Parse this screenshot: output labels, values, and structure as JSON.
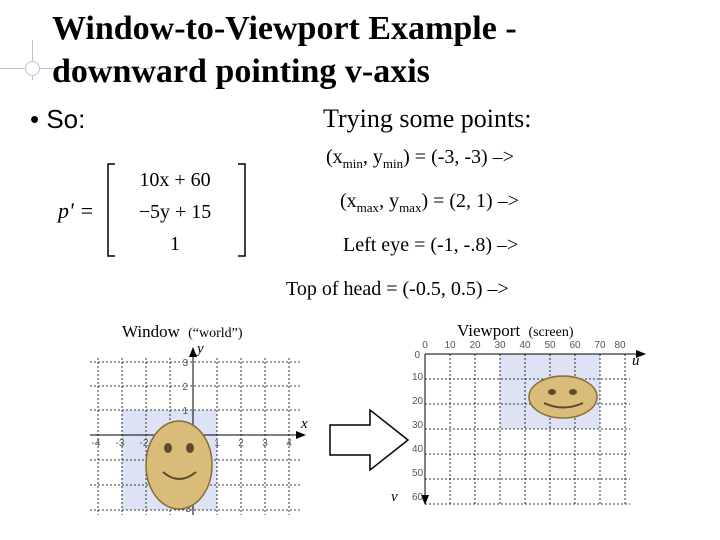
{
  "title": {
    "line1": "Window-to-Viewport Example -",
    "line2": "downward pointing v-axis"
  },
  "bullet": {
    "symbol": "•",
    "text": "So:"
  },
  "matrix": {
    "lhs": "p' =",
    "rows": [
      "10x + 60",
      "−5y + 15",
      "1"
    ]
  },
  "points": {
    "heading": "Trying some points:",
    "p1": {
      "prefix": "(x",
      "sub1": "min",
      "mid": ", y",
      "sub2": "min",
      "suffix": ") = (-3, -3) –>"
    },
    "p2": {
      "prefix": "(x",
      "sub1": "max",
      "mid": ", y",
      "sub2": "max",
      "suffix": ") = (2, 1) –>"
    },
    "p3": "Left eye = (-1, -.8) –>",
    "p4": "Top of head = (-0.5, 0.5) –>"
  },
  "window": {
    "label": "Window",
    "label_sub": "(“world”)",
    "y_axis": "y",
    "x_axis": "x",
    "x_ticks": [
      "-4",
      "-3",
      "-2",
      "-1",
      "1",
      "2",
      "3",
      "4"
    ],
    "y_ticks": [
      "3",
      "2",
      "1",
      "-3"
    ]
  },
  "viewport": {
    "label": "Viewport",
    "label_sub": "(screen)",
    "u_axis": "u",
    "v_axis": "v",
    "u_ticks": [
      "0",
      "10",
      "20",
      "30",
      "40",
      "50",
      "60",
      "70",
      "80"
    ],
    "v_ticks": [
      "0",
      "10",
      "20",
      "30",
      "40",
      "50",
      "60"
    ]
  },
  "colors": {
    "grid": "#000000",
    "highlight": "#dde3f5",
    "face": "#d9bb7a",
    "arrow": "#000000"
  }
}
